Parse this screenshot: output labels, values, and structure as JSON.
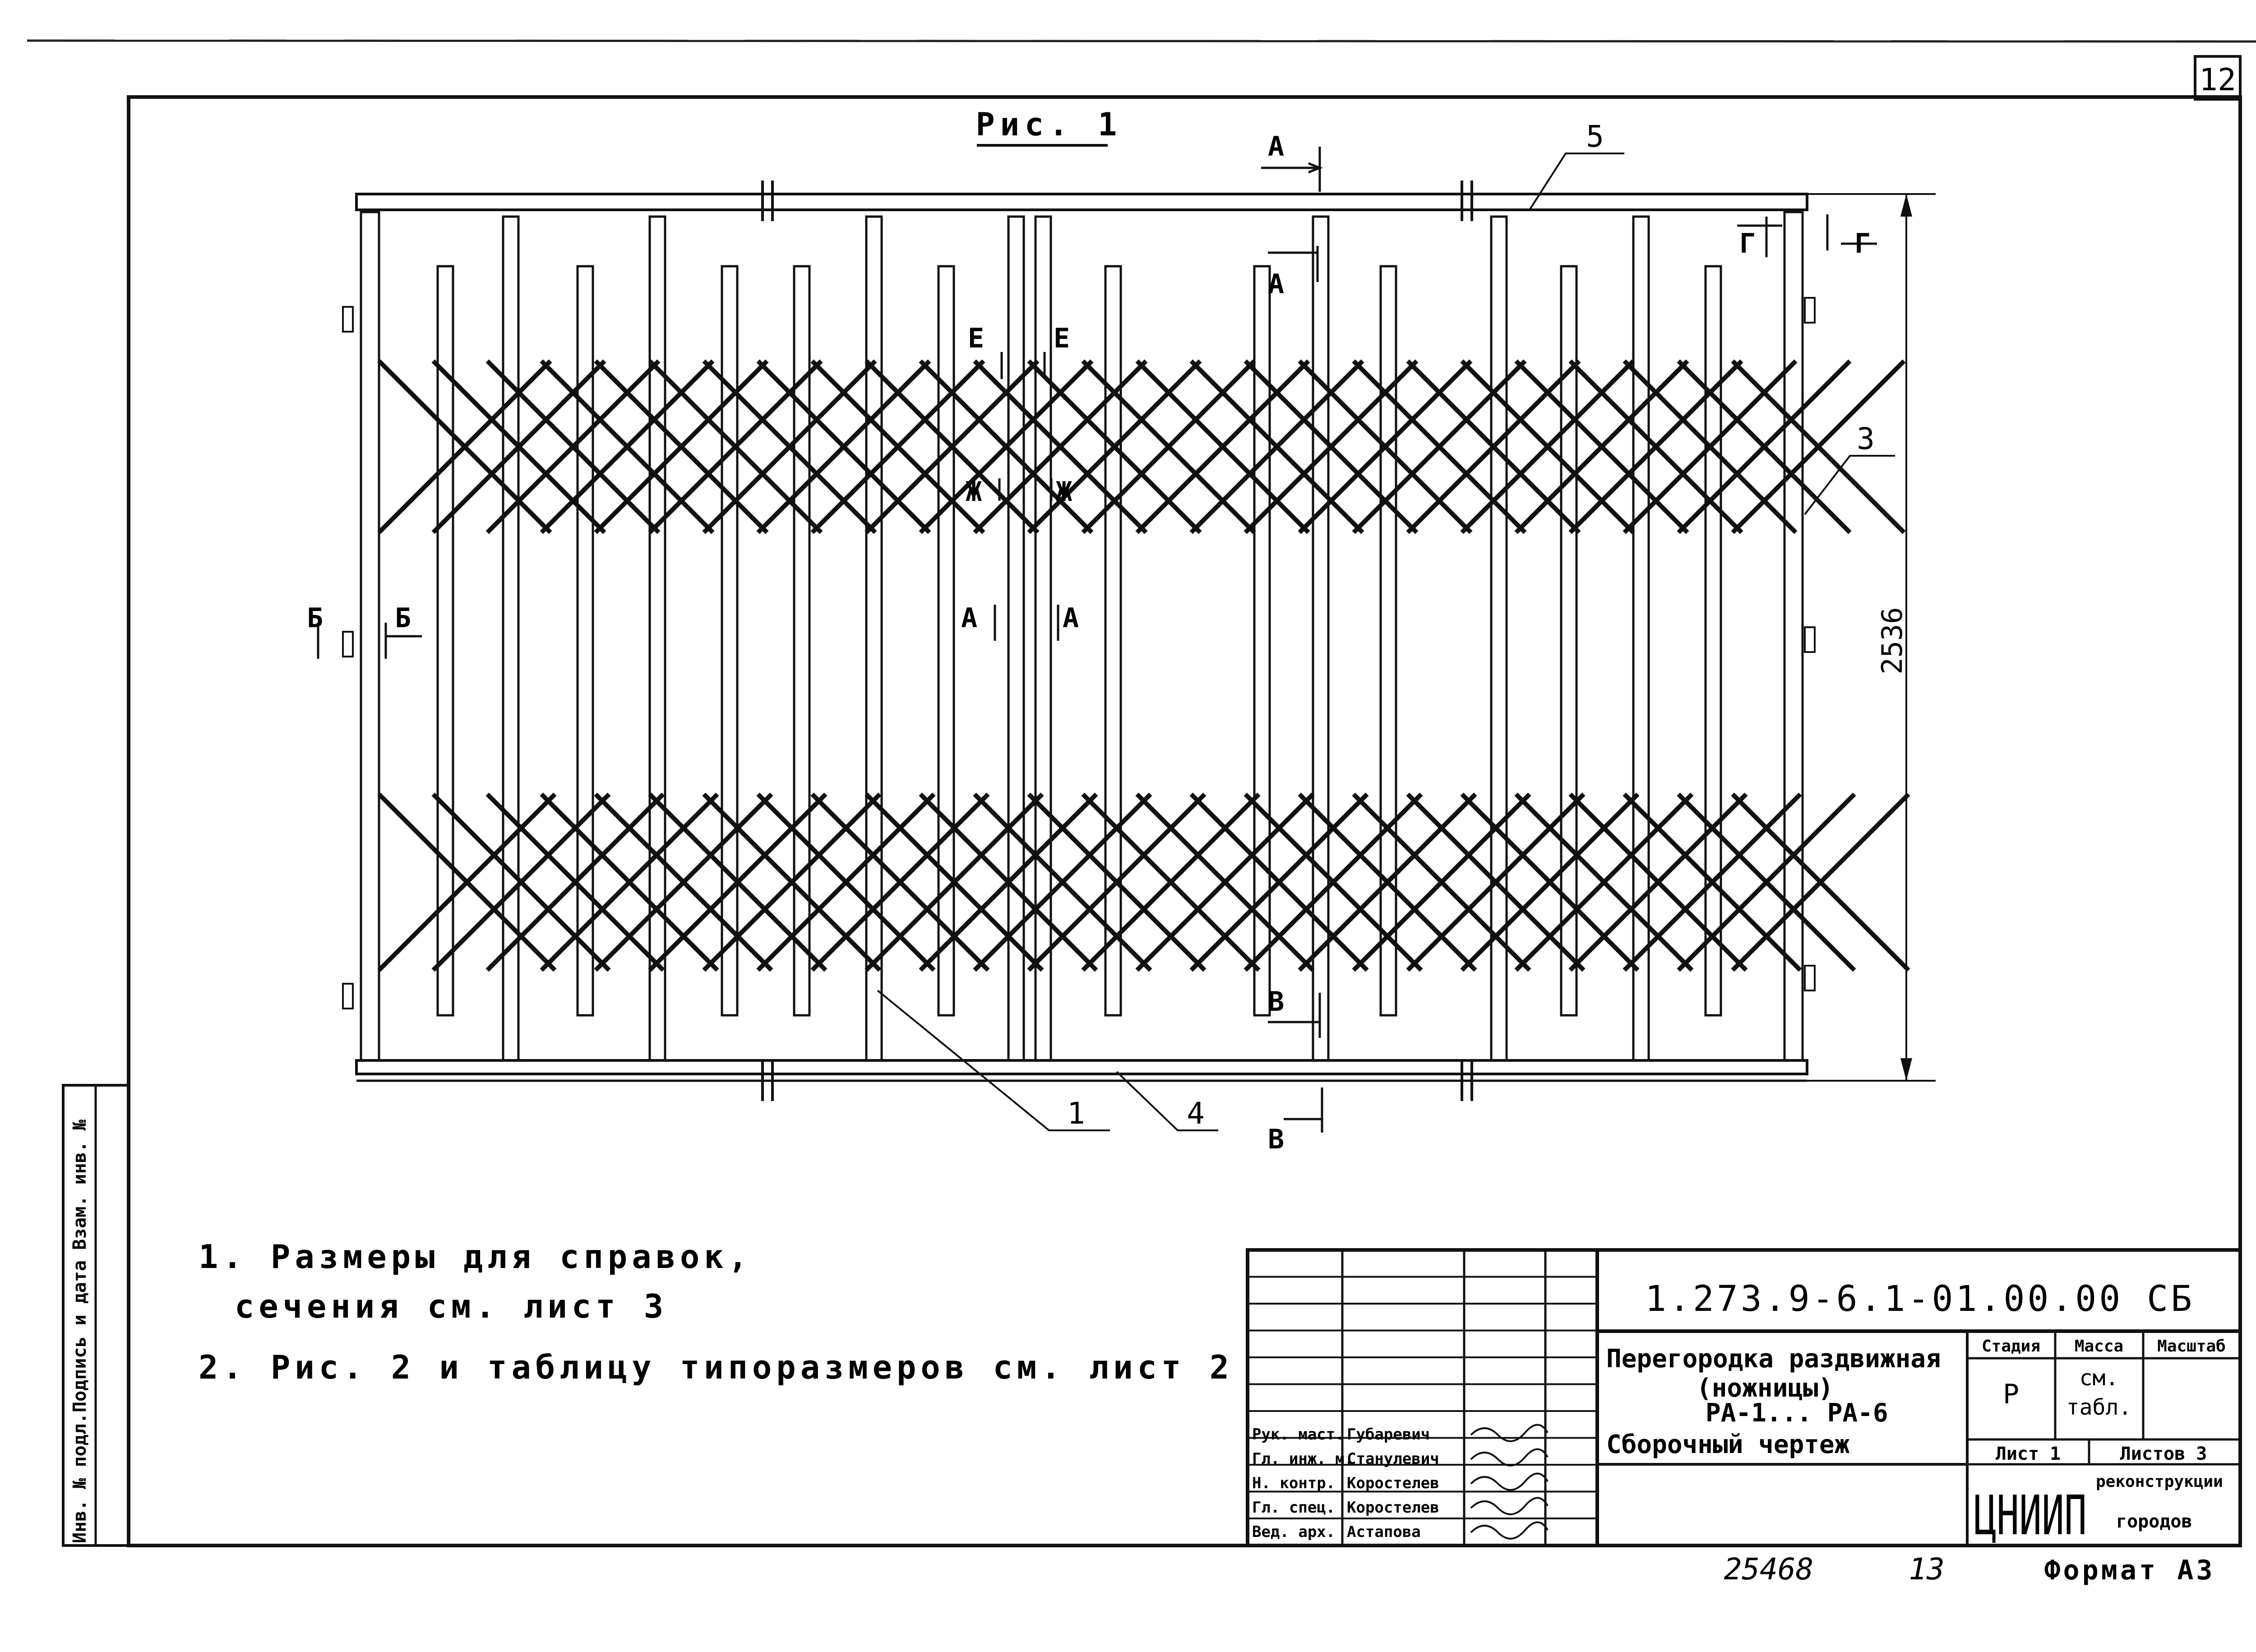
{
  "sheet": {
    "page_number": "12",
    "figure_label": "Рис. 1",
    "dimension_height": "2536",
    "callouts": [
      "1",
      "4",
      "5",
      "3"
    ],
    "section_marks": {
      "a": "А",
      "b": "Б",
      "v": "В",
      "g": "Г",
      "e": "Е",
      "zh": "Ж"
    },
    "notes": [
      "1. Размеры для справок,",
      "сечения см. лист 3",
      "2. Рис. 2 и таблицу типоразмеров см. лист 2"
    ],
    "side_stamp": [
      "Инв. № подл.",
      "Подпись и дата",
      "Взам. инв. №"
    ]
  },
  "title_block": {
    "designation": "1.273.9-6.1-01.00.00 СБ",
    "name_lines": [
      "Перегородка раздвижная",
      "(ножницы)",
      "РА-1... РА-6",
      "Сборочный чертеж"
    ],
    "headers": {
      "stage": "Стадия",
      "mass": "Масса",
      "scale": "Масштаб"
    },
    "stage_value": "Р",
    "mass_value": [
      "см.",
      "табл."
    ],
    "sheet_label": "Лист 1",
    "sheets_label": "Листов 3",
    "org_logo": "ЦНИИП",
    "org_lines": [
      "реконструкции",
      "городов"
    ],
    "signatures": [
      {
        "role": "Рук. маст.",
        "name": "Губаревич"
      },
      {
        "role": "Гл. инж. м.",
        "name": "Станулевич"
      },
      {
        "role": "Н. контр.",
        "name": "Коростелев"
      },
      {
        "role": "Гл. спец.",
        "name": "Коростелев"
      },
      {
        "role": "Вед. арх.",
        "name": "Астапова"
      }
    ]
  },
  "footer": {
    "number_left": "25468",
    "number_mid": "13",
    "format": "Формат А3"
  }
}
